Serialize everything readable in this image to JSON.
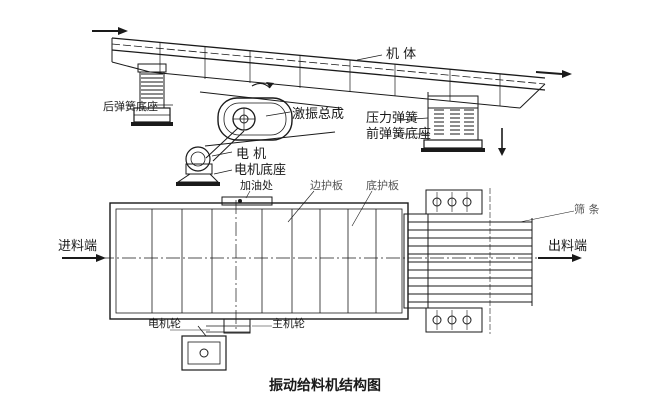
{
  "caption": "振动给料机结构图",
  "elevation_labels": {
    "machine_body": "机  体",
    "rear_spring_seat": "后弹簧底座",
    "exciter_assembly": "激振总成",
    "motor": "电  机",
    "motor_base": "电机底座",
    "pressure_spring": "压力弹簧",
    "front_spring_seat": "前弹簧底座"
  },
  "plan_labels": {
    "oil_port": "加油处",
    "side_guard_plate": "边护板",
    "bottom_guard_plate": "底护板",
    "screen_bars": "筛  条",
    "feed_end": "进料端",
    "discharge_end": "出料端",
    "motor_pulley": "电机轮",
    "main_pulley": "主机轮"
  },
  "colors": {
    "line": "#1a1a1a",
    "muted_text": "#555555",
    "background": "#ffffff"
  }
}
